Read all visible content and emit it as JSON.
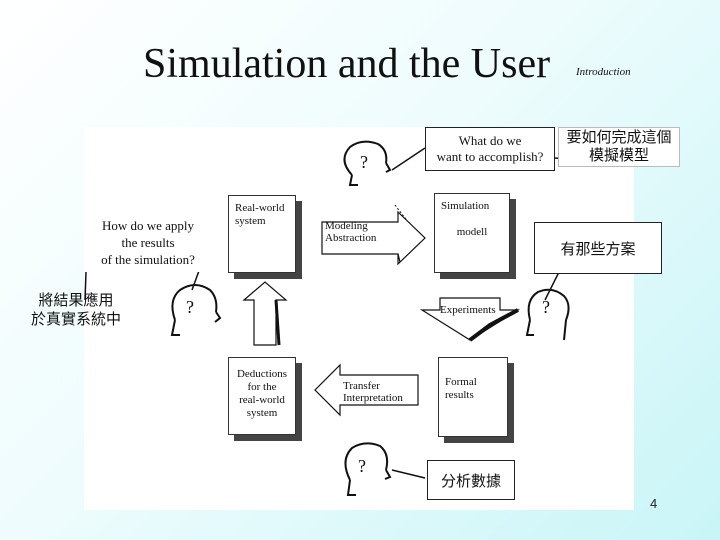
{
  "slide": {
    "title": "Simulation and the User",
    "subtitle": "Introduction",
    "page_number": "4"
  },
  "diagram": {
    "goal_question": [
      "What do we",
      "want to accomplish?"
    ],
    "apply_question": [
      "How do we apply",
      "the results",
      "of the simulation?"
    ],
    "real_world": [
      "Real-world",
      "system"
    ],
    "modeling": [
      "Modeling",
      "Abstraction"
    ],
    "simulation": [
      "Simulation",
      "modell"
    ],
    "experiments": "Experiments",
    "deductions": [
      "Deductions",
      "for the",
      "real-world",
      "system"
    ],
    "transfer": [
      "Transfer",
      "Interpretation"
    ],
    "formal": [
      "Formal",
      "results"
    ],
    "question_mark": "?"
  },
  "callouts": {
    "goal_zh": [
      "要如何完成這個",
      "模擬模型"
    ],
    "options_zh": "有那些方案",
    "apply_zh": [
      "將結果應用",
      "於真實系統中"
    ],
    "analyze_zh": "分析數據"
  }
}
